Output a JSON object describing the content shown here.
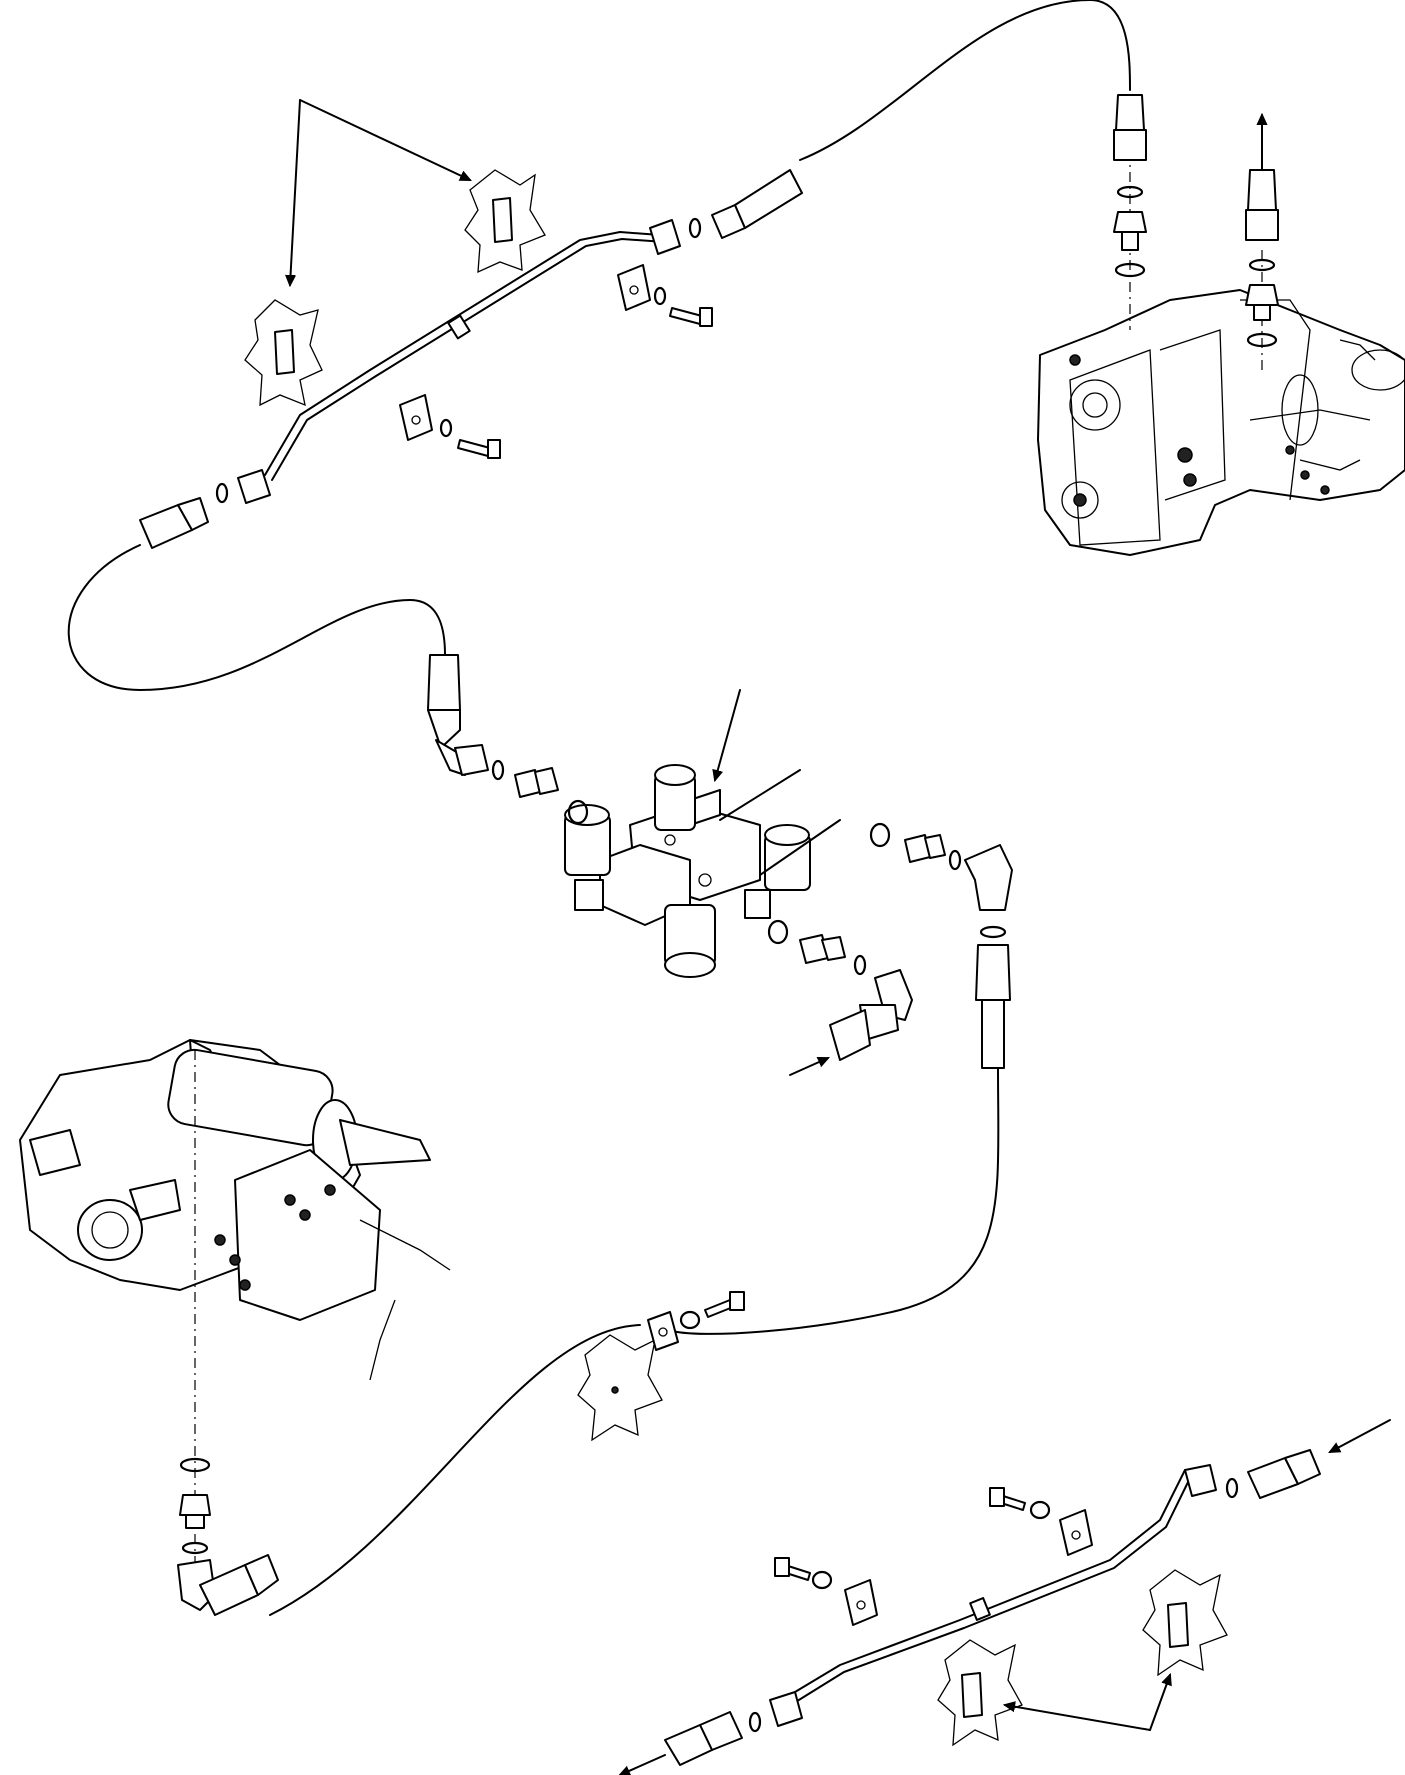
{
  "diagram": {
    "colors": {
      "line": "#000000",
      "background": "#ffffff"
    },
    "hose_assemblies": [
      "hose-upper-long-loop",
      "hose-lower-long-loop",
      "rigid-pipe-upper",
      "rigid-pipe-lower"
    ],
    "components": [
      "solenoid-valve-block",
      "transmission-housing",
      "axle-housing",
      "pipe-clamp",
      "adapter-fitting",
      "elbow-fitting",
      "o-ring",
      "washer",
      "bolt",
      "bracket-mount"
    ]
  }
}
